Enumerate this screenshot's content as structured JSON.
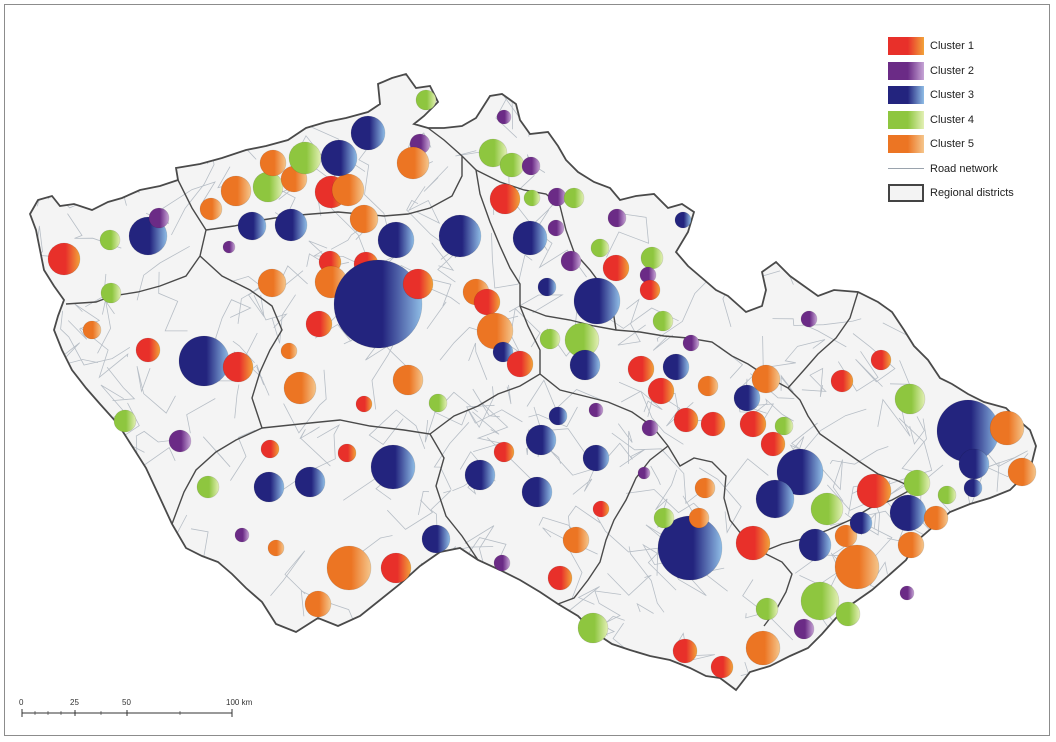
{
  "legend": {
    "clusters": [
      {
        "label": "Cluster 1",
        "color": "#e8302a",
        "highlight": "#f2a33a"
      },
      {
        "label": "Cluster 2",
        "color": "#6b2b86",
        "highlight": "#c7a5d6"
      },
      {
        "label": "Cluster 3",
        "color": "#23247e",
        "highlight": "#8fbde6"
      },
      {
        "label": "Cluster 4",
        "color": "#8ec63f",
        "highlight": "#e3f0b5"
      },
      {
        "label": "Cluster 5",
        "color": "#ec7523",
        "highlight": "#f5c68c"
      }
    ],
    "road_label": "Road network",
    "district_label": "Regional districts"
  },
  "scale_bar": {
    "ticks": [
      "0",
      "25",
      "50",
      "100 km"
    ]
  },
  "colors": {
    "road": "#b7bec6",
    "border": "#4a4a4a",
    "land": "#f4f4f4"
  }
}
